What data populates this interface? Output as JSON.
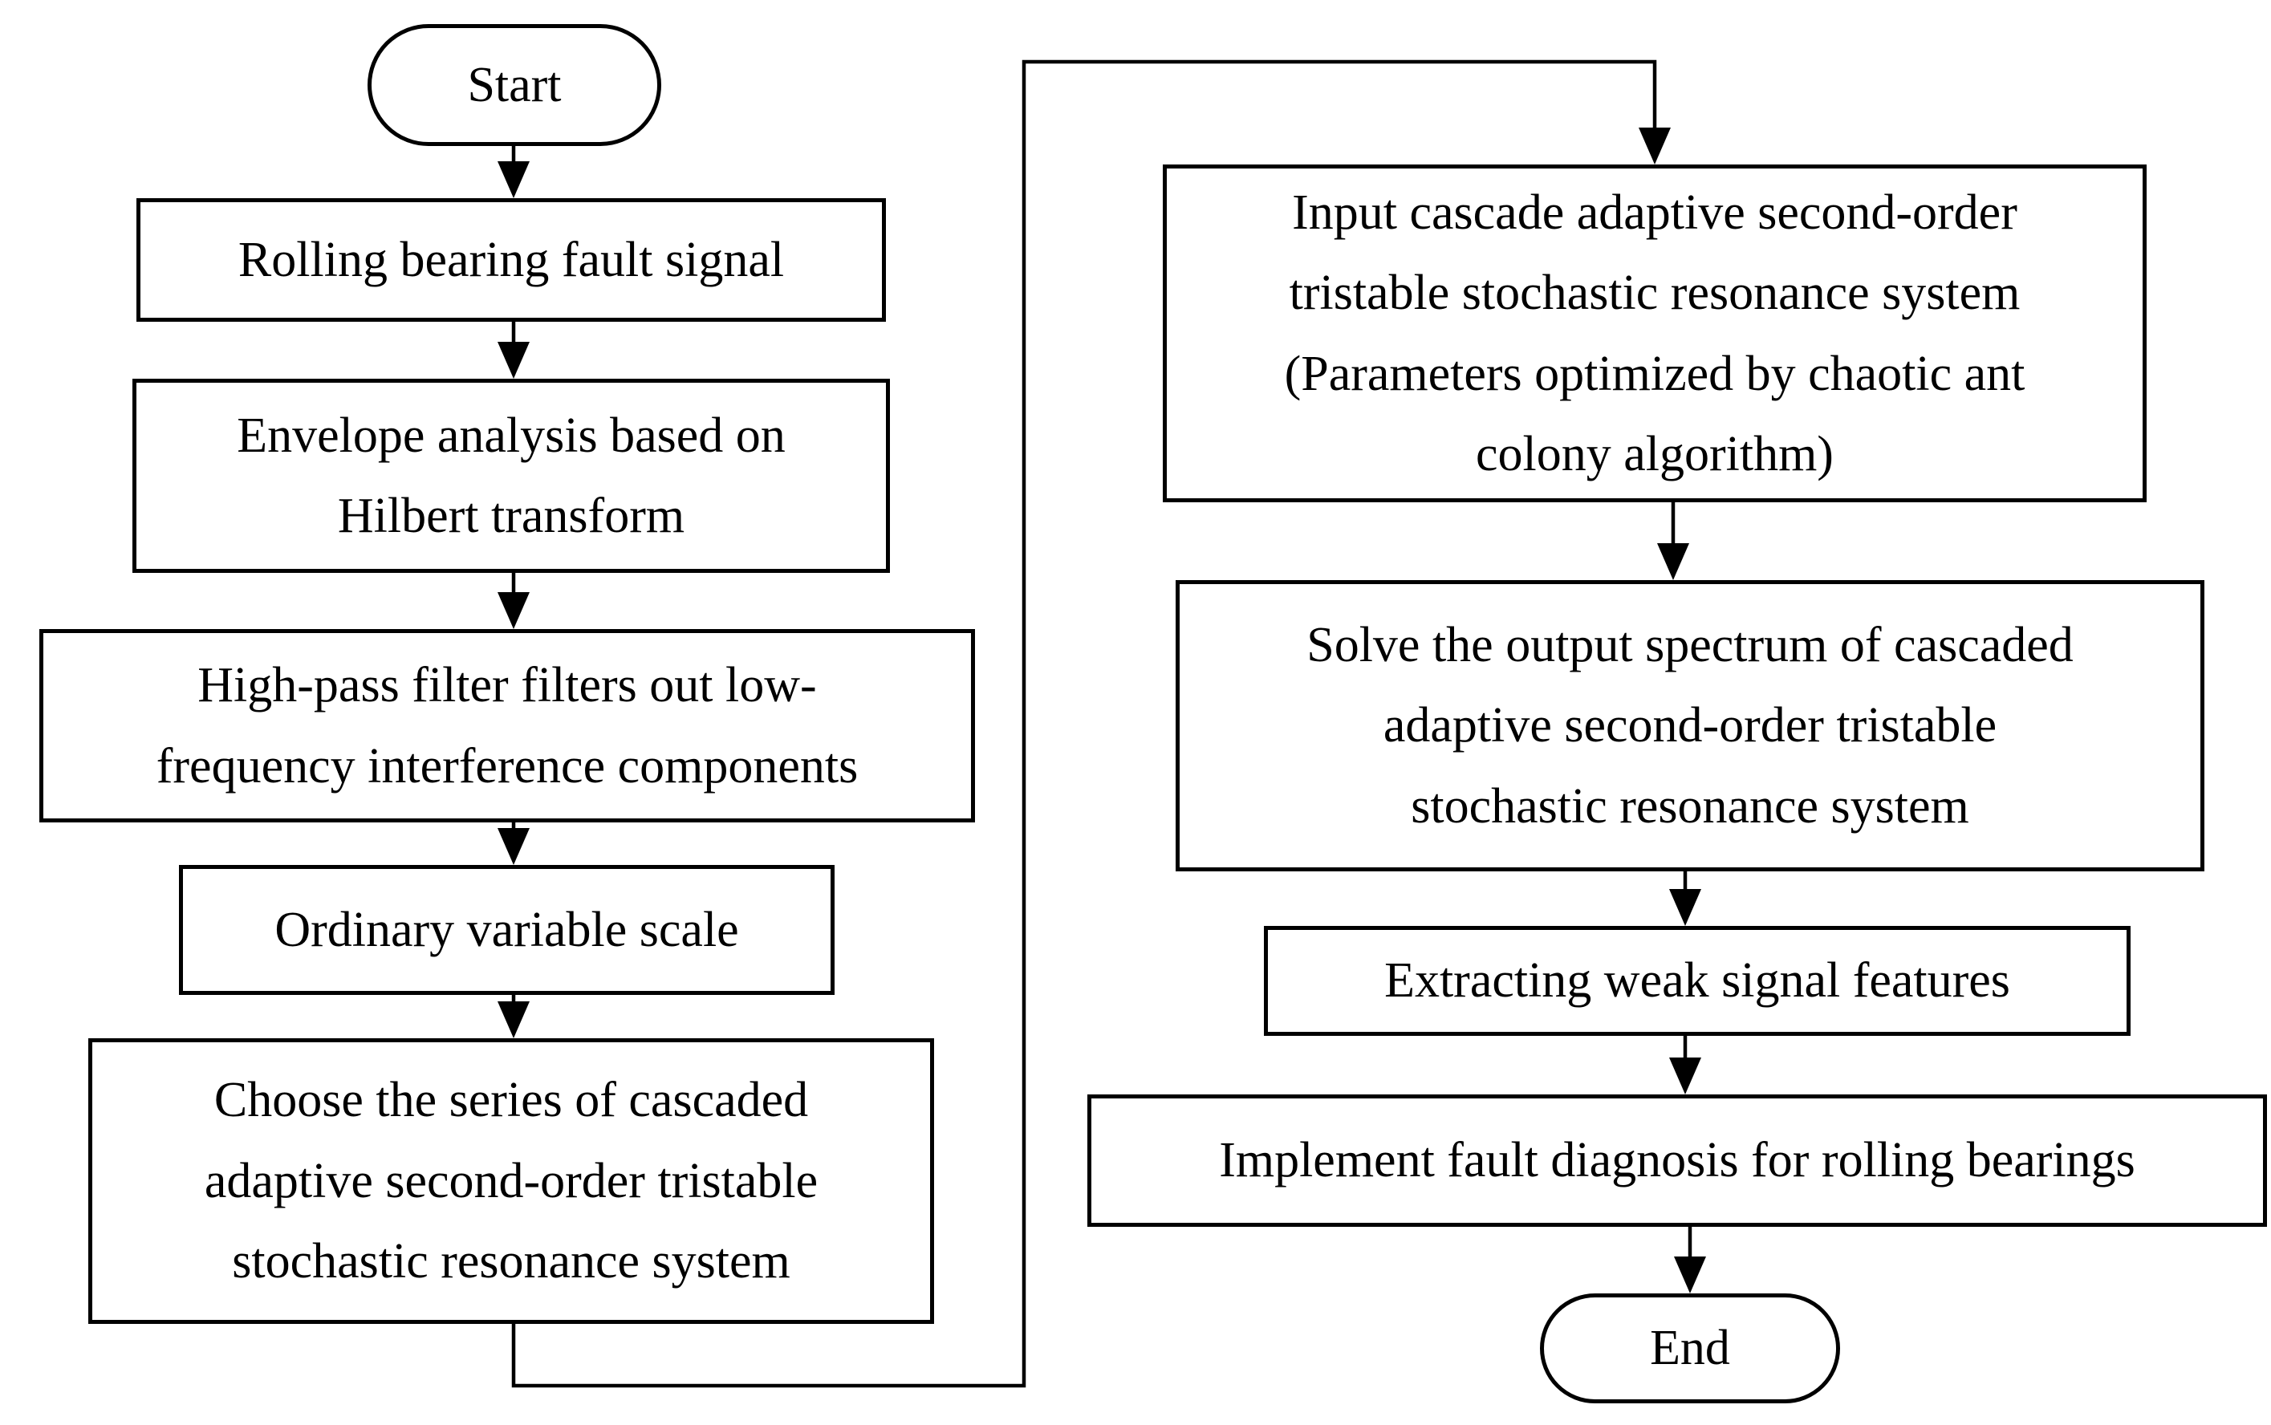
{
  "figure": {
    "type": "flowchart",
    "description": "Fault diagnosis flowchart for rolling bearings based on cascaded adaptive second-order tristable stochastic resonance",
    "background_color": "#ffffff",
    "line_color": "#000000",
    "box_fill": "#ffffff",
    "text_color": "#000000"
  },
  "nodes": {
    "start": {
      "shape": "terminator",
      "label": "Start"
    },
    "rolling": {
      "shape": "process",
      "label": "Rolling bearing fault signal"
    },
    "envelope": {
      "shape": "process",
      "label": "Envelope analysis based on\nHilbert transform"
    },
    "highpass": {
      "shape": "process",
      "label": "High-pass filter filters out low-\nfrequency interference components"
    },
    "ordinary": {
      "shape": "process",
      "label": "Ordinary variable scale"
    },
    "choose": {
      "shape": "process",
      "label": "Choose the series of cascaded\nadaptive second-order tristable\nstochastic resonance system"
    },
    "input": {
      "shape": "process",
      "label": "Input cascade adaptive second-order\ntristable stochastic resonance system\n(Parameters optimized by chaotic ant\ncolony algorithm)"
    },
    "solve": {
      "shape": "process",
      "label": "Solve the output spectrum of cascaded\nadaptive second-order tristable\nstochastic resonance system"
    },
    "extract": {
      "shape": "process",
      "label": "Extracting weak signal features"
    },
    "implement": {
      "shape": "process",
      "label": "Implement fault diagnosis for rolling bearings"
    },
    "end": {
      "shape": "terminator",
      "label": "End"
    }
  },
  "edges": [
    {
      "from": "start",
      "to": "rolling"
    },
    {
      "from": "rolling",
      "to": "envelope"
    },
    {
      "from": "envelope",
      "to": "highpass"
    },
    {
      "from": "highpass",
      "to": "ordinary"
    },
    {
      "from": "ordinary",
      "to": "choose"
    },
    {
      "from": "choose",
      "to": "input"
    },
    {
      "from": "input",
      "to": "solve"
    },
    {
      "from": "solve",
      "to": "extract"
    },
    {
      "from": "extract",
      "to": "implement"
    },
    {
      "from": "implement",
      "to": "end"
    }
  ]
}
